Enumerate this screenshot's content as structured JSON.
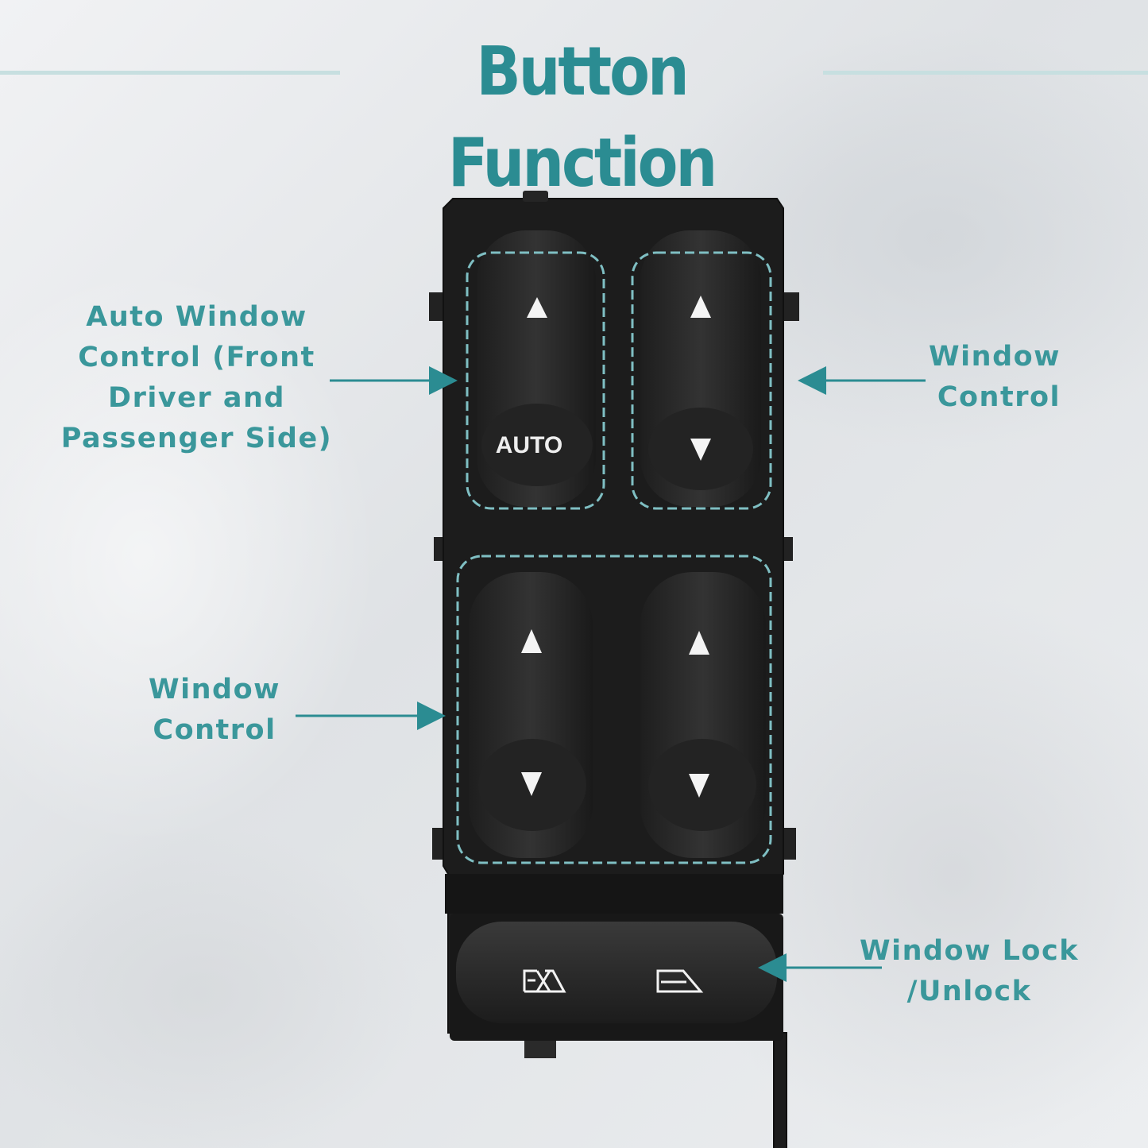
{
  "title": "Button Function",
  "labels": {
    "auto_window": [
      "Auto Window",
      "Control (Front",
      "Driver and",
      "Passenger Side)"
    ],
    "window_control_right": [
      "Window",
      "Control"
    ],
    "window_control_left": [
      "Window",
      "Control"
    ],
    "window_lock": [
      "Window Lock",
      "/Unlock"
    ]
  },
  "switch": {
    "auto_text": "AUTO"
  },
  "icons": {
    "up_arrow": "up-arrow-icon",
    "down_arrow": "down-arrow-icon",
    "lock": "window-lock-icon",
    "unlock": "window-unlock-icon"
  },
  "colors": {
    "accent": "#2b8c92",
    "label": "#3a979b",
    "dashed_outline": "#7fbfc3",
    "switch_body": "#1c1c1c",
    "rocker": "#2b2b2b"
  }
}
